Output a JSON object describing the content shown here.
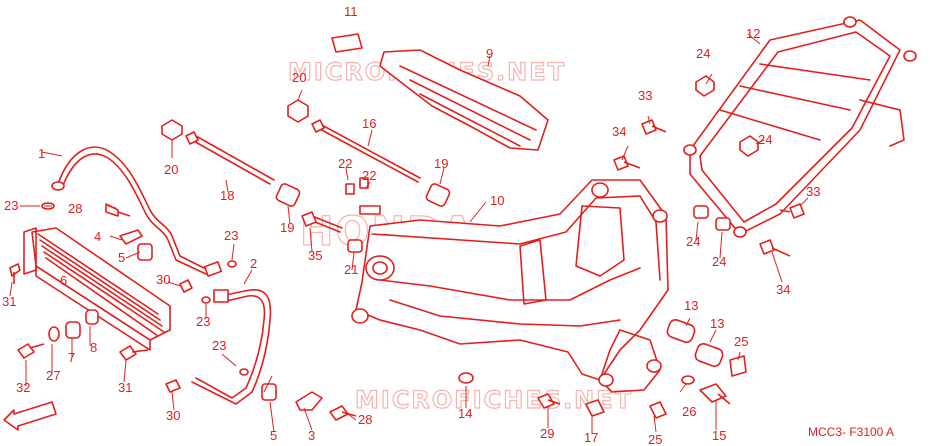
{
  "diagram": {
    "code": "MCC3- F3100 A",
    "direction_label": "FR.",
    "watermarks": [
      "MICROFICHES.NET",
      "HONDA",
      "MICROFICHES.NET"
    ],
    "labels": [
      "1",
      "2",
      "3",
      "4",
      "5",
      "5",
      "6",
      "7",
      "8",
      "9",
      "10",
      "11",
      "12",
      "13",
      "13",
      "14",
      "15",
      "16",
      "17",
      "18",
      "19",
      "19",
      "20",
      "20",
      "21",
      "22",
      "22",
      "23",
      "23",
      "23",
      "23",
      "24",
      "24",
      "24",
      "24",
      "25",
      "25",
      "26",
      "27",
      "28",
      "28",
      "29",
      "30",
      "30",
      "31",
      "31",
      "32",
      "33",
      "33",
      "34",
      "34",
      "35"
    ]
  },
  "colors": {
    "line": "#e0201e",
    "watermark": "#f4b4b0",
    "background": "#ffffff"
  }
}
